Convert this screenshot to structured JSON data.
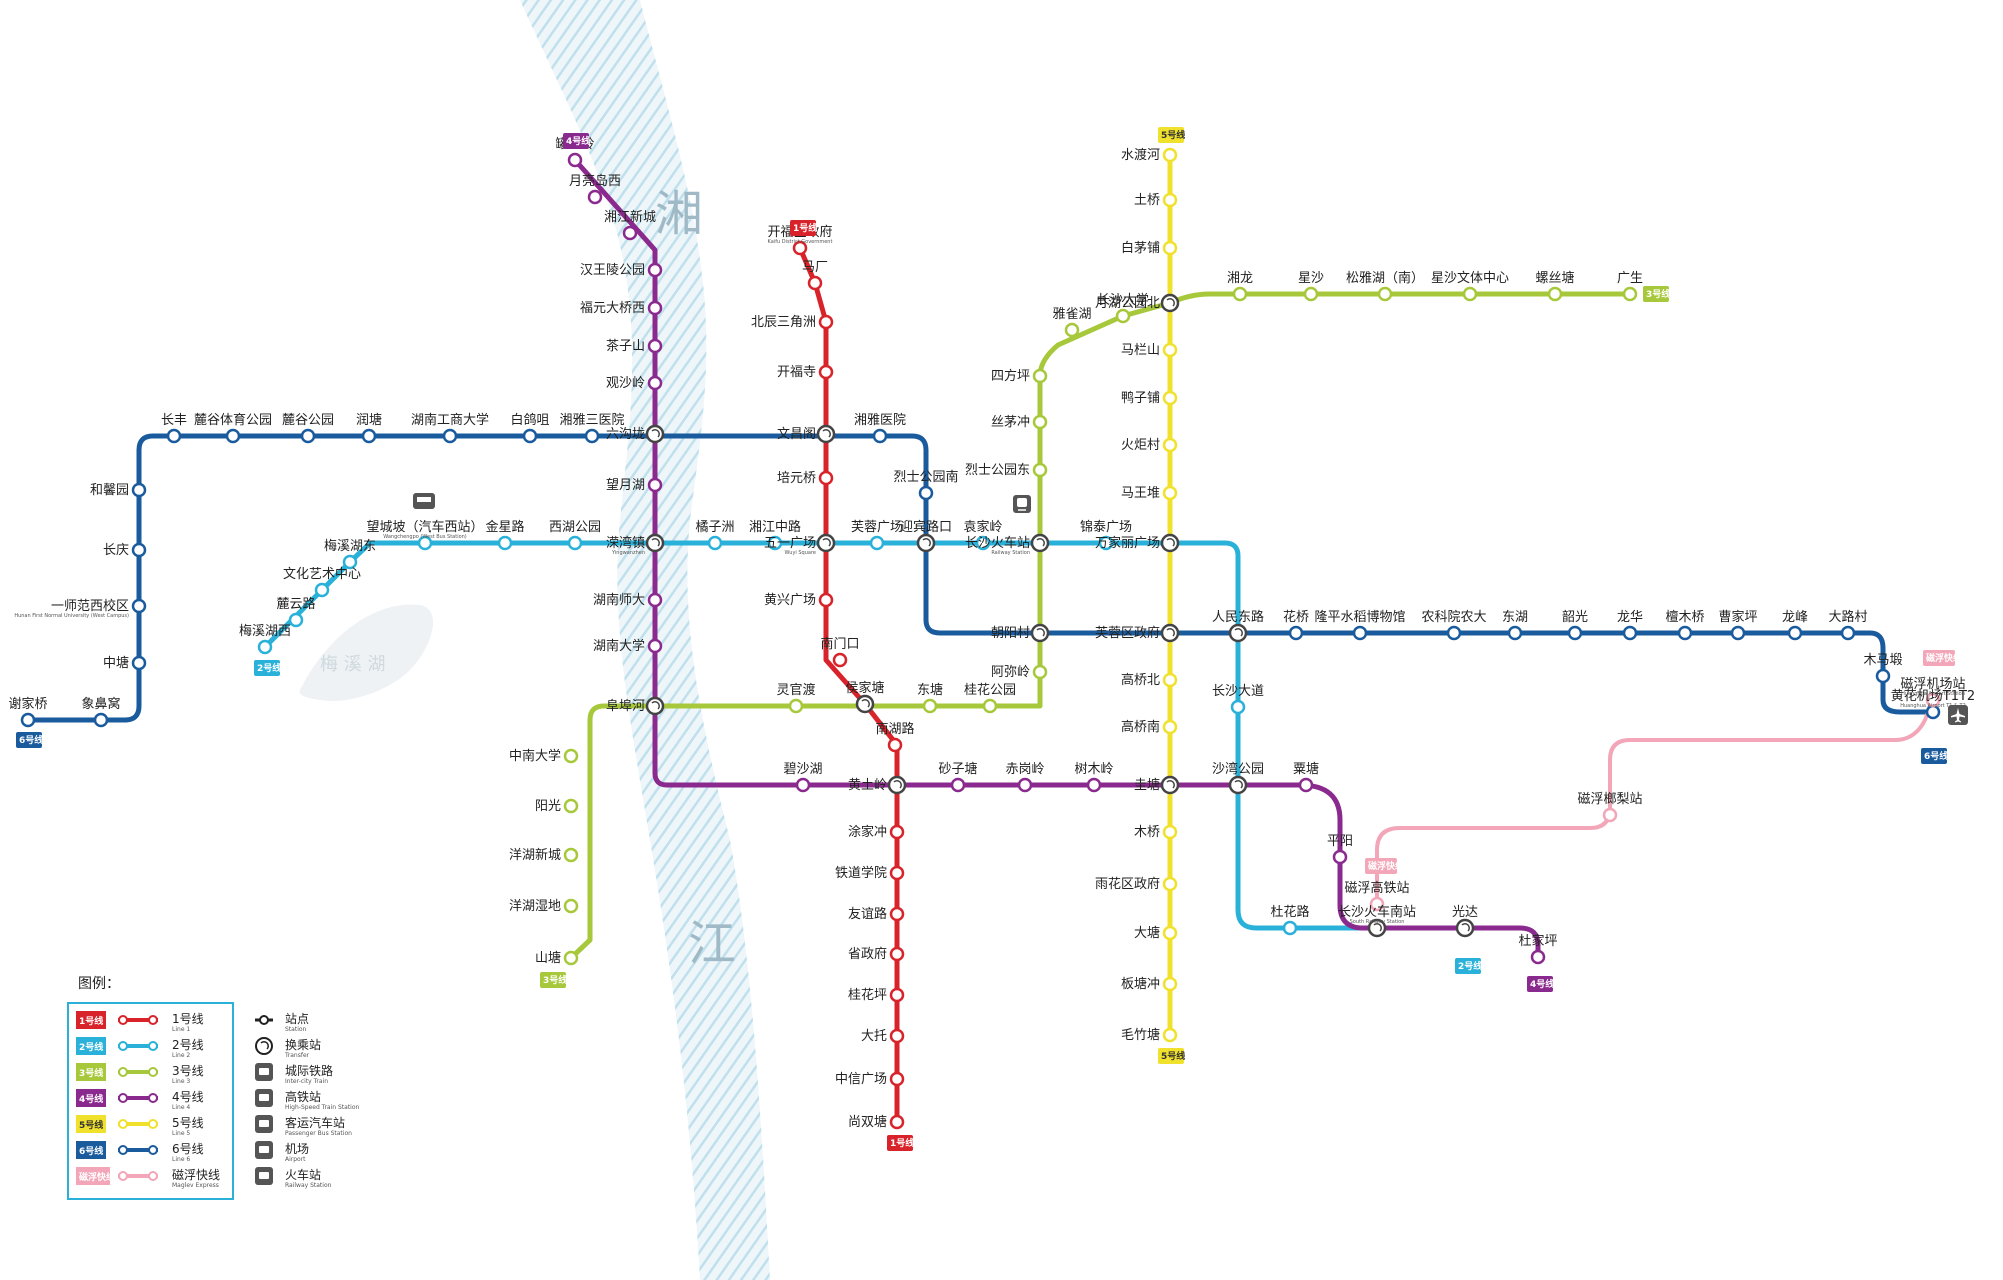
{
  "map": {
    "river": {
      "name_top": "湘",
      "name_bottom": "江"
    },
    "lake": {
      "name": "梅 溪 湖"
    },
    "colors": {
      "line1": "#d8232a",
      "line2": "#29b1d9",
      "line3": "#a6c83a",
      "line4": "#8b2a8e",
      "line5": "#f0e12c",
      "line6": "#1a5b9e",
      "maglev": "#f2a6b8",
      "river": "#dcedf4"
    }
  },
  "lines": [
    {
      "id": "line1",
      "badge": "1号线",
      "badge_en": "Line1",
      "color": "#d8232a",
      "stations": [
        "开福区政府",
        "马厂",
        "北辰三角洲",
        "开福寺",
        "文昌阁",
        "培元桥",
        "五一广场",
        "黄兴广场",
        "南门口",
        "侯家塘",
        "南湖路",
        "黄土岭",
        "涂家冲",
        "铁道学院",
        "友谊路",
        "省政府",
        "桂花坪",
        "大托",
        "中信广场",
        "尚双塘"
      ]
    },
    {
      "id": "line2",
      "badge": "2号线",
      "badge_en": "Line2",
      "color": "#29b1d9",
      "stations": [
        "梅溪湖西",
        "麓云路",
        "文化艺术中心",
        "梅溪湖东",
        "望城坡（汽车西站）",
        "金星路",
        "西湖公园",
        "溁湾镇",
        "橘子洲",
        "湘江中路",
        "五一广场",
        "芙蓉广场",
        "迎宾路口",
        "袁家岭",
        "长沙火车站",
        "锦泰广场",
        "万家丽广场",
        "人民东路",
        "长沙大道",
        "沙湾公园",
        "杜花路",
        "长沙火车南站",
        "光达"
      ]
    },
    {
      "id": "line3",
      "badge": "3号线",
      "badge_en": "Line3",
      "color": "#a6c83a",
      "stations": [
        "山塘",
        "洋湖湿地",
        "洋湖新城",
        "阳光",
        "中南大学",
        "阜埠河",
        "灵官渡",
        "侯家塘",
        "东塘",
        "桂花公园",
        "阿弥岭",
        "朝阳村",
        "烈士公园东",
        "丝茅冲",
        "四方坪",
        "雅雀湖",
        "长沙大学",
        "月湖公园北",
        "湘龙",
        "星沙",
        "松雅湖（南）",
        "星沙文体中心",
        "螺丝塘",
        "广生"
      ]
    },
    {
      "id": "line4",
      "badge": "4号线",
      "badge_en": "Line4",
      "color": "#8b2a8e",
      "stations": [
        "罐子岭",
        "月亮岛西",
        "湘江新城",
        "汉王陵公园",
        "福元大桥西",
        "茶子山",
        "观沙岭",
        "六沟垅",
        "望月湖",
        "溁湾镇",
        "湖南师大",
        "湖南大学",
        "阜埠河",
        "碧沙湖",
        "黄土岭",
        "砂子塘",
        "赤岗岭",
        "树木岭",
        "圭塘",
        "沙湾公园",
        "粟塘",
        "平阳",
        "长沙火车南站",
        "光达",
        "杜家坪"
      ]
    },
    {
      "id": "line5",
      "badge": "5号线",
      "badge_en": "Line5",
      "color": "#f0e12c",
      "stations": [
        "水渡河",
        "土桥",
        "白茅铺",
        "月湖公园北",
        "马栏山",
        "鸭子铺",
        "火炬村",
        "马王堆",
        "万家丽广场",
        "芙蓉区政府",
        "高桥北",
        "高桥南",
        "圭塘",
        "木桥",
        "雨花区政府",
        "大塘",
        "板塘冲",
        "毛竹塘"
      ]
    },
    {
      "id": "line6",
      "badge": "6号线",
      "badge_en": "Line6",
      "color": "#1a5b9e",
      "stations": [
        "谢家桥",
        "象鼻窝",
        "中塘",
        "一师范西校区",
        "长庆",
        "和馨园",
        "长丰",
        "麓谷体育公园",
        "麓谷公园",
        "润塘",
        "湖南工商大学",
        "白鸽咀",
        "湘雅三医院",
        "六沟垅",
        "文昌阁",
        "湘雅医院",
        "烈士公园南",
        "朝阳村",
        "人民东路",
        "花桥",
        "隆平水稻博物馆",
        "农科院农大",
        "东湖",
        "韶光",
        "龙华",
        "檀木桥",
        "曹家坪",
        "龙峰",
        "大路村",
        "木马塅",
        "黄花机场T1T2"
      ]
    },
    {
      "id": "maglev",
      "badge": "磁浮快线",
      "badge_en": "Maglev Express",
      "color": "#f2a6b8",
      "stations": [
        "磁浮高铁站",
        "磁浮榔梨站",
        "磁浮机场站"
      ]
    }
  ],
  "stations_sub": {
    "开福区政府": "Kaifu District Government",
    "五一广场": "Wuyi Square",
    "溁湾镇": "Yingwanzhen",
    "长沙火车站": "Railway Station",
    "长沙火车南站": "South Railway Station",
    "黄花机场T1T2": "Huanghua Airport T1 & T2",
    "磁浮机场站": "Huanghua Airport Station",
    "一师范西校区": "Hunan First Normal University (West Campus)",
    "望城坡（汽车西站）": "Wangchengpo (West Bus Station)"
  },
  "legend": {
    "title": "图例：",
    "items": [
      {
        "badge": "1号线",
        "text": "1号线",
        "en": "Line 1",
        "color": "#d8232a"
      },
      {
        "badge": "2号线",
        "text": "2号线",
        "en": "Line 2",
        "color": "#29b1d9"
      },
      {
        "badge": "3号线",
        "text": "3号线",
        "en": "Line 3",
        "color": "#a6c83a"
      },
      {
        "badge": "4号线",
        "text": "4号线",
        "en": "Line 4",
        "color": "#8b2a8e"
      },
      {
        "badge": "5号线",
        "text": "5号线",
        "en": "Line 5",
        "color": "#f0e12c"
      },
      {
        "badge": "6号线",
        "text": "6号线",
        "en": "Line 6",
        "color": "#1a5b9e"
      },
      {
        "badge": "磁浮快线",
        "text": "磁浮快线",
        "en": "Maglev Express",
        "color": "#f2a6b8"
      }
    ],
    "symbols": [
      {
        "text": "站点",
        "en": "Station",
        "icon": "station-icon"
      },
      {
        "text": "换乘站",
        "en": "Transfer",
        "icon": "transfer-icon"
      },
      {
        "text": "城际铁路",
        "en": "Inter-city Train",
        "icon": "intercity-train-icon"
      },
      {
        "text": "高铁站",
        "en": "High-Speed Train Station",
        "icon": "high-speed-train-icon"
      },
      {
        "text": "客运汽车站",
        "en": "Passenger Bus Station",
        "icon": "bus-station-icon"
      },
      {
        "text": "机场",
        "en": "Airport",
        "icon": "airport-icon"
      },
      {
        "text": "火车站",
        "en": "Railway Station",
        "icon": "railway-station-icon"
      }
    ]
  }
}
